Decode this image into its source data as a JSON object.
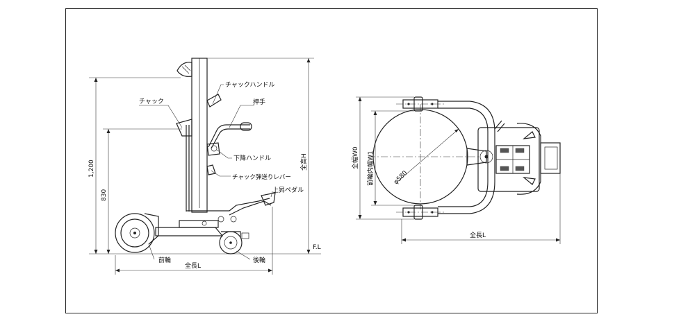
{
  "side_view": {
    "chuck_handle": "チャックハンドル",
    "chuck": "チャック",
    "push_handle": "押手",
    "lower_handle": "下降ハンドル",
    "chuck_release_lever": "チャック弾送りレバー",
    "lift_pedal": "上昇ペダル",
    "front_wheel": "前輪",
    "rear_wheel": "後輪",
    "overall_length": "全長L",
    "overall_height": "全高H",
    "floor_level": "F.L",
    "dim_1200": "1,200",
    "dim_830": "830"
  },
  "top_view": {
    "overall_width": "全幅W0",
    "front_wheel_inner_width": "前輪内幅W1",
    "drum_diameter": "φ580",
    "overall_length": "全長L"
  }
}
